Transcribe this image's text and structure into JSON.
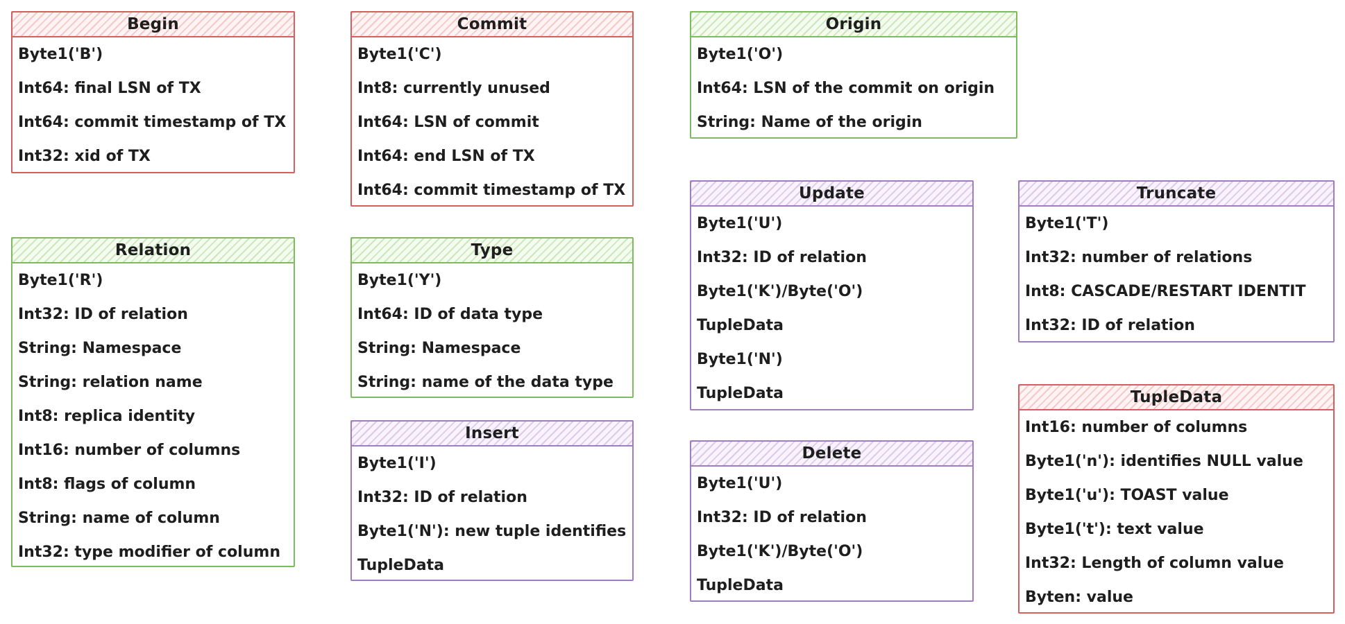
{
  "boxes": {
    "begin": {
      "title": "Begin",
      "color": "#d35f5f",
      "rows": [
        "Byte1('B')",
        "Int64: final LSN of TX",
        "Int64: commit timestamp of TX",
        "Int32: xid of TX"
      ]
    },
    "commit": {
      "title": "Commit",
      "color": "#d35f5f",
      "rows": [
        "Byte1('C')",
        "Int8: currently unused",
        "Int64: LSN of commit",
        "Int64: end LSN of TX",
        "Int64: commit timestamp of TX"
      ]
    },
    "origin": {
      "title": "Origin",
      "color": "#7dbb5e",
      "rows": [
        "Byte1('O')",
        "Int64: LSN of the commit on origin",
        "String: Name of the origin"
      ]
    },
    "relation": {
      "title": "Relation",
      "color": "#7dbb5e",
      "rows": [
        "Byte1('R')",
        "Int32: ID of relation",
        "String: Namespace",
        "String: relation name",
        "Int8: replica identity",
        "Int16: number of columns",
        "Int8: flags of column",
        "String: name of column",
        "Int32: type modifier of column"
      ]
    },
    "type": {
      "title": "Type",
      "color": "#7dbb5e",
      "rows": [
        "Byte1('Y')",
        "Int64: ID of data type",
        "String: Namespace",
        "String: name of the data type"
      ]
    },
    "insert": {
      "title": "Insert",
      "color": "#a07cc0",
      "rows": [
        "Byte1('I')",
        "Int32: ID of relation",
        "Byte1('N'): new tuple identifies",
        "TupleData"
      ]
    },
    "update": {
      "title": "Update",
      "color": "#a07cc0",
      "rows": [
        "Byte1('U')",
        "Int32: ID of relation",
        "Byte1('K')/Byte('O')",
        "TupleData",
        "Byte1('N')",
        "TupleData"
      ]
    },
    "delete": {
      "title": "Delete",
      "color": "#a07cc0",
      "rows": [
        "Byte1('U')",
        "Int32: ID of relation",
        "Byte1('K')/Byte('O')",
        "TupleData"
      ]
    },
    "truncate": {
      "title": "Truncate",
      "color": "#a07cc0",
      "rows": [
        "Byte1('T')",
        "Int32: number of relations",
        "Int8: CASCADE/RESTART IDENTIT",
        "Int32: ID of relation"
      ]
    },
    "tupledata": {
      "title": "TupleData",
      "color": "#d35f5f",
      "rows": [
        "Int16: number of columns",
        "Byte1('n'): identifies NULL value",
        "Byte1('u'): TOAST value",
        "Byte1('t'): text value",
        "Int32: Length of column value",
        "Byten: value"
      ]
    }
  }
}
